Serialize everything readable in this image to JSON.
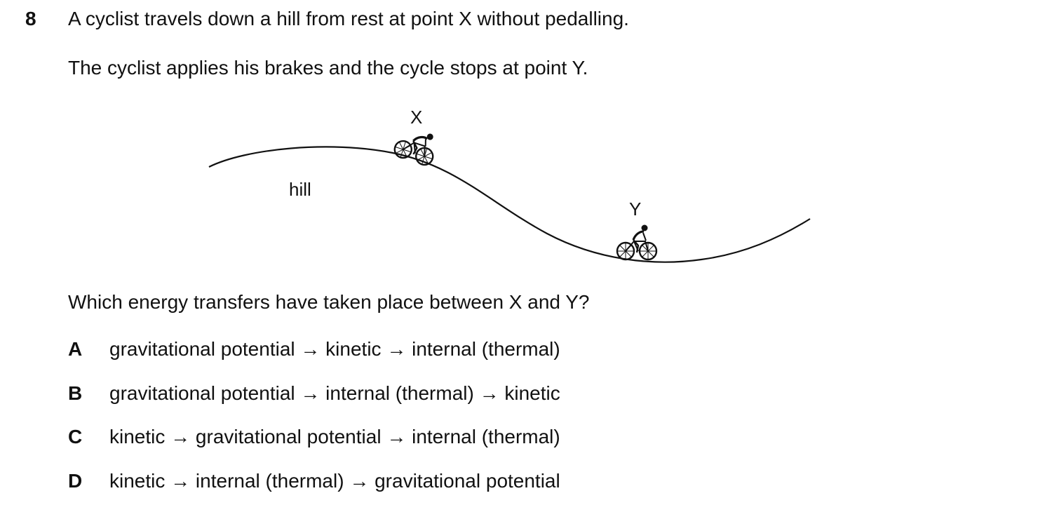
{
  "question": {
    "number": "8",
    "stem_line_1": "A cyclist travels down a hill from rest at point X without pedalling.",
    "stem_line_2": "The cyclist applies his brakes and the cycle stops at point Y.",
    "prompt": "Which energy transfers have taken place between X and Y?"
  },
  "diagram": {
    "hill_label": "hill",
    "point_x_label": "X",
    "point_y_label": "Y",
    "icons": [
      "cyclist-icon",
      "cyclist-icon"
    ]
  },
  "options": [
    {
      "letter": "A",
      "text": "gravitational potential → kinetic → internal (thermal)"
    },
    {
      "letter": "B",
      "text": "gravitational potential → internal (thermal) → kinetic"
    },
    {
      "letter": "C",
      "text": "kinetic → gravitational potential → internal (thermal)"
    },
    {
      "letter": "D",
      "text": "kinetic → internal (thermal) → gravitational potential"
    }
  ]
}
